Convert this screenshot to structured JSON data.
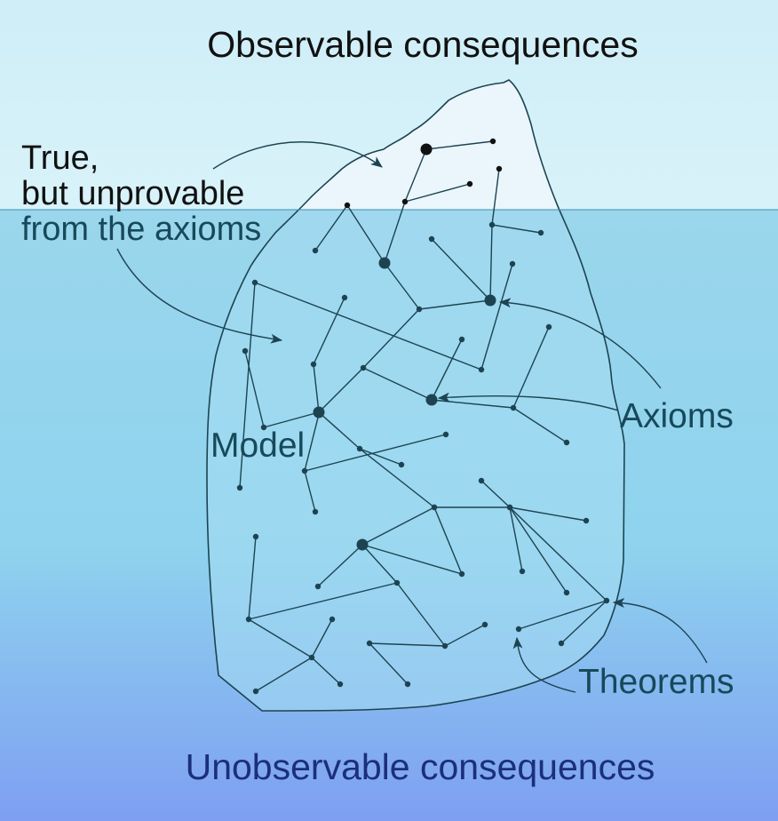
{
  "labels": {
    "top": "Observable consequences",
    "bottom": "Unobservable consequences",
    "unprovable_1": "True,",
    "unprovable_2": "but unprovable",
    "unprovable_3": "from the axioms",
    "model": "Model",
    "axioms": "Axioms",
    "theorems": "Theorems"
  },
  "colors": {
    "sky_top": "#cfeef7",
    "sky_bottom": "#d8f2f9",
    "water_top": "#9ad6ec",
    "water_mid": "#8fd3ee",
    "water_bottom": "#7e9ff2",
    "iceberg_above": "#eaf6fc",
    "iceberg_below": "#a6dcf2",
    "line": "#1d4351",
    "text_dark": "#111111",
    "text_teal": "#17495b",
    "text_navy": "#1b2f7a"
  },
  "graph": {
    "nodes": [
      {
        "id": "a1",
        "type": "axiom"
      },
      {
        "id": "a2",
        "type": "axiom"
      },
      {
        "id": "a3",
        "type": "axiom"
      },
      {
        "id": "a4",
        "type": "axiom"
      },
      {
        "id": "a5",
        "type": "axiom"
      },
      {
        "id": "a6",
        "type": "axiom"
      },
      {
        "id": "t1"
      },
      {
        "id": "t2"
      },
      {
        "id": "t3"
      },
      {
        "id": "t4"
      },
      {
        "id": "t5"
      },
      {
        "id": "t6"
      },
      {
        "id": "t7"
      },
      {
        "id": "t8"
      },
      {
        "id": "t9"
      },
      {
        "id": "t10"
      },
      {
        "id": "t11"
      },
      {
        "id": "t12"
      },
      {
        "id": "t13"
      },
      {
        "id": "t14"
      },
      {
        "id": "t15"
      },
      {
        "id": "t16"
      },
      {
        "id": "t17"
      },
      {
        "id": "t18"
      },
      {
        "id": "t19"
      },
      {
        "id": "t20"
      },
      {
        "id": "t21"
      },
      {
        "id": "t22"
      },
      {
        "id": "t23"
      },
      {
        "id": "t24"
      },
      {
        "id": "t25"
      },
      {
        "id": "t26"
      },
      {
        "id": "t27"
      },
      {
        "id": "t28"
      },
      {
        "id": "t29"
      },
      {
        "id": "t30"
      },
      {
        "id": "t31"
      },
      {
        "id": "t32"
      },
      {
        "id": "t33"
      },
      {
        "id": "t34"
      },
      {
        "id": "t35"
      },
      {
        "id": "t36"
      },
      {
        "id": "t37"
      },
      {
        "id": "t38"
      },
      {
        "id": "t39"
      },
      {
        "id": "t40"
      },
      {
        "id": "t41"
      },
      {
        "id": "t42"
      },
      {
        "id": "t43"
      },
      {
        "id": "t44"
      },
      {
        "id": "t45"
      },
      {
        "id": "t46"
      },
      {
        "id": "t47"
      },
      {
        "id": "t48"
      },
      {
        "id": "t49"
      },
      {
        "id": "t50"
      },
      {
        "id": "t51"
      },
      {
        "id": "t52"
      },
      {
        "id": "t53"
      }
    ],
    "edges": [
      [
        "a1",
        "t1"
      ],
      [
        "a1",
        "t2"
      ],
      [
        "t2",
        "t3"
      ],
      [
        "t4",
        "a2"
      ],
      [
        "t4",
        "t5"
      ],
      [
        "a2",
        "t2"
      ],
      [
        "a2",
        "t6"
      ],
      [
        "t6",
        "a3"
      ],
      [
        "a3",
        "t7"
      ],
      [
        "t7",
        "t8"
      ],
      [
        "t7",
        "t9"
      ],
      [
        "t10",
        "a3"
      ],
      [
        "t6",
        "t11"
      ],
      [
        "t11",
        "a4"
      ],
      [
        "a4",
        "t12"
      ],
      [
        "t12",
        "t13"
      ],
      [
        "t14",
        "t15"
      ],
      [
        "t15",
        "a4"
      ],
      [
        "a4",
        "t16"
      ],
      [
        "t11",
        "a5"
      ],
      [
        "a5",
        "t17"
      ],
      [
        "a5",
        "t18"
      ],
      [
        "t18",
        "t19"
      ],
      [
        "t18",
        "t20"
      ],
      [
        "t21",
        "t22"
      ],
      [
        "t22",
        "t23"
      ],
      [
        "t23",
        "t24"
      ],
      [
        "t25",
        "t26"
      ],
      [
        "t26",
        "t27"
      ],
      [
        "t26",
        "t28"
      ],
      [
        "t16",
        "t29"
      ],
      [
        "t16",
        "t30"
      ],
      [
        "t30",
        "a6"
      ],
      [
        "a6",
        "t31"
      ],
      [
        "t31",
        "t32"
      ],
      [
        "t32",
        "t33"
      ],
      [
        "t33",
        "t34"
      ],
      [
        "t33",
        "t35"
      ],
      [
        "t33",
        "t36"
      ],
      [
        "t36",
        "t37"
      ],
      [
        "t36",
        "t38"
      ],
      [
        "t36",
        "t39"
      ],
      [
        "t39",
        "t40"
      ],
      [
        "t39",
        "t41"
      ],
      [
        "a6",
        "t42"
      ],
      [
        "a6",
        "t43"
      ],
      [
        "t43",
        "t44"
      ],
      [
        "t43",
        "t45"
      ],
      [
        "t44",
        "t46"
      ],
      [
        "t44",
        "t47"
      ],
      [
        "t48",
        "t47"
      ],
      [
        "t47",
        "t49"
      ],
      [
        "t47",
        "t50"
      ],
      [
        "t45",
        "t51"
      ],
      [
        "t45",
        "t52"
      ],
      [
        "t52",
        "t53"
      ]
    ]
  }
}
